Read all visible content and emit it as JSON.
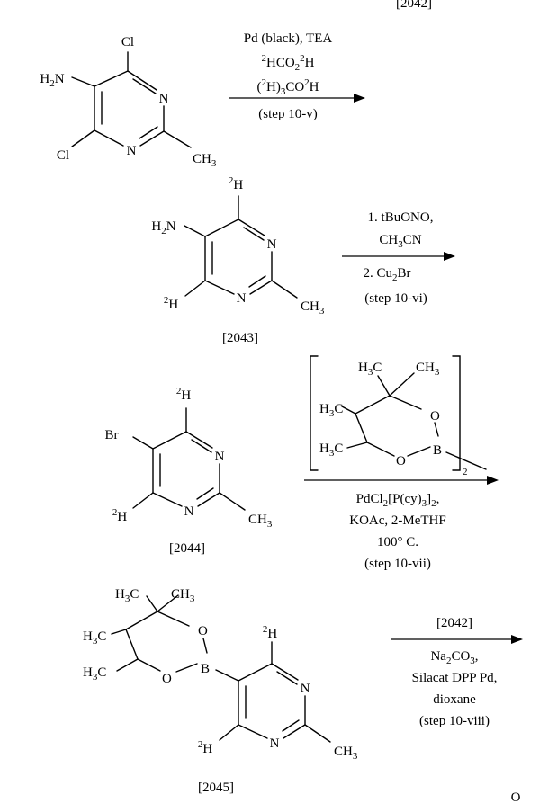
{
  "top_label": "[2042]",
  "step1": {
    "reactant_labels": {
      "cl_top": "Cl",
      "cl_bottom": "Cl",
      "nh2": "H2N",
      "n_right": "N",
      "n_bottom": "N",
      "ch3": "CH3"
    },
    "conditions": [
      "Pd (black), TEA",
      "2HCO22H",
      "(2H)3CO2H",
      "(step 10-v)"
    ]
  },
  "step2": {
    "compound_labels": {
      "d_top": "2H",
      "nh2": "H2N",
      "n_right": "N",
      "n_bottom": "N",
      "d_left": "2H",
      "ch3": "CH3"
    },
    "compound_id": "[2043]",
    "conditions": [
      "1. tBuONO,",
      "CH3CN",
      "2. Cu2Br",
      "(step 10-vi)"
    ]
  },
  "step3": {
    "compound_labels": {
      "d_top": "2H",
      "br": "Br",
      "n_right": "N",
      "n_bottom": "N",
      "d_left": "2H",
      "ch3": "CH3"
    },
    "compound_id": "[2044]",
    "reagent_labels": {
      "h3c_1": "H3C",
      "ch3_1": "CH3",
      "h3c_2": "H3C",
      "h3c_3": "H3C",
      "o_1": "O",
      "o_2": "O",
      "b": "B",
      "sub2": "2"
    },
    "conditions": [
      "PdCl2[P(cy)3]2,",
      "KOAc, 2-MeTHF",
      "100° C.",
      "(step 10-vii)"
    ]
  },
  "step4": {
    "compound_labels": {
      "h3c_1": "H3C",
      "ch3_1": "CH3",
      "h3c_2": "H3C",
      "h3c_3": "H3C",
      "o_1": "O",
      "o_2": "O",
      "b": "B",
      "d_top": "2H",
      "n_right": "N",
      "n_bottom": "N",
      "d_left": "2H",
      "ch3": "CH3"
    },
    "compound_id": "[2045]",
    "conditions": [
      "[2042]",
      "Na2CO3,",
      "Silacat DPP Pd,",
      "dioxane",
      "(step 10-viii)"
    ]
  },
  "bottom_label": "O"
}
